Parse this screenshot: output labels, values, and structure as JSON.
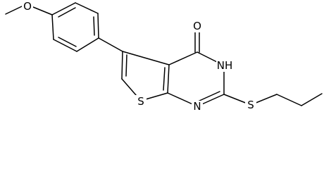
{
  "diagram": {
    "type": "chemical-structure",
    "atom_labels": {
      "methoxy_oxygen": "O",
      "carbonyl_oxygen": "O",
      "nh": "NH",
      "ring_nitrogen": "N",
      "thiophene_sulfur": "S",
      "thioether_sulfur": "S"
    },
    "colors": {
      "bond": "#000000",
      "text": "#000000",
      "background": "#ffffff"
    }
  }
}
